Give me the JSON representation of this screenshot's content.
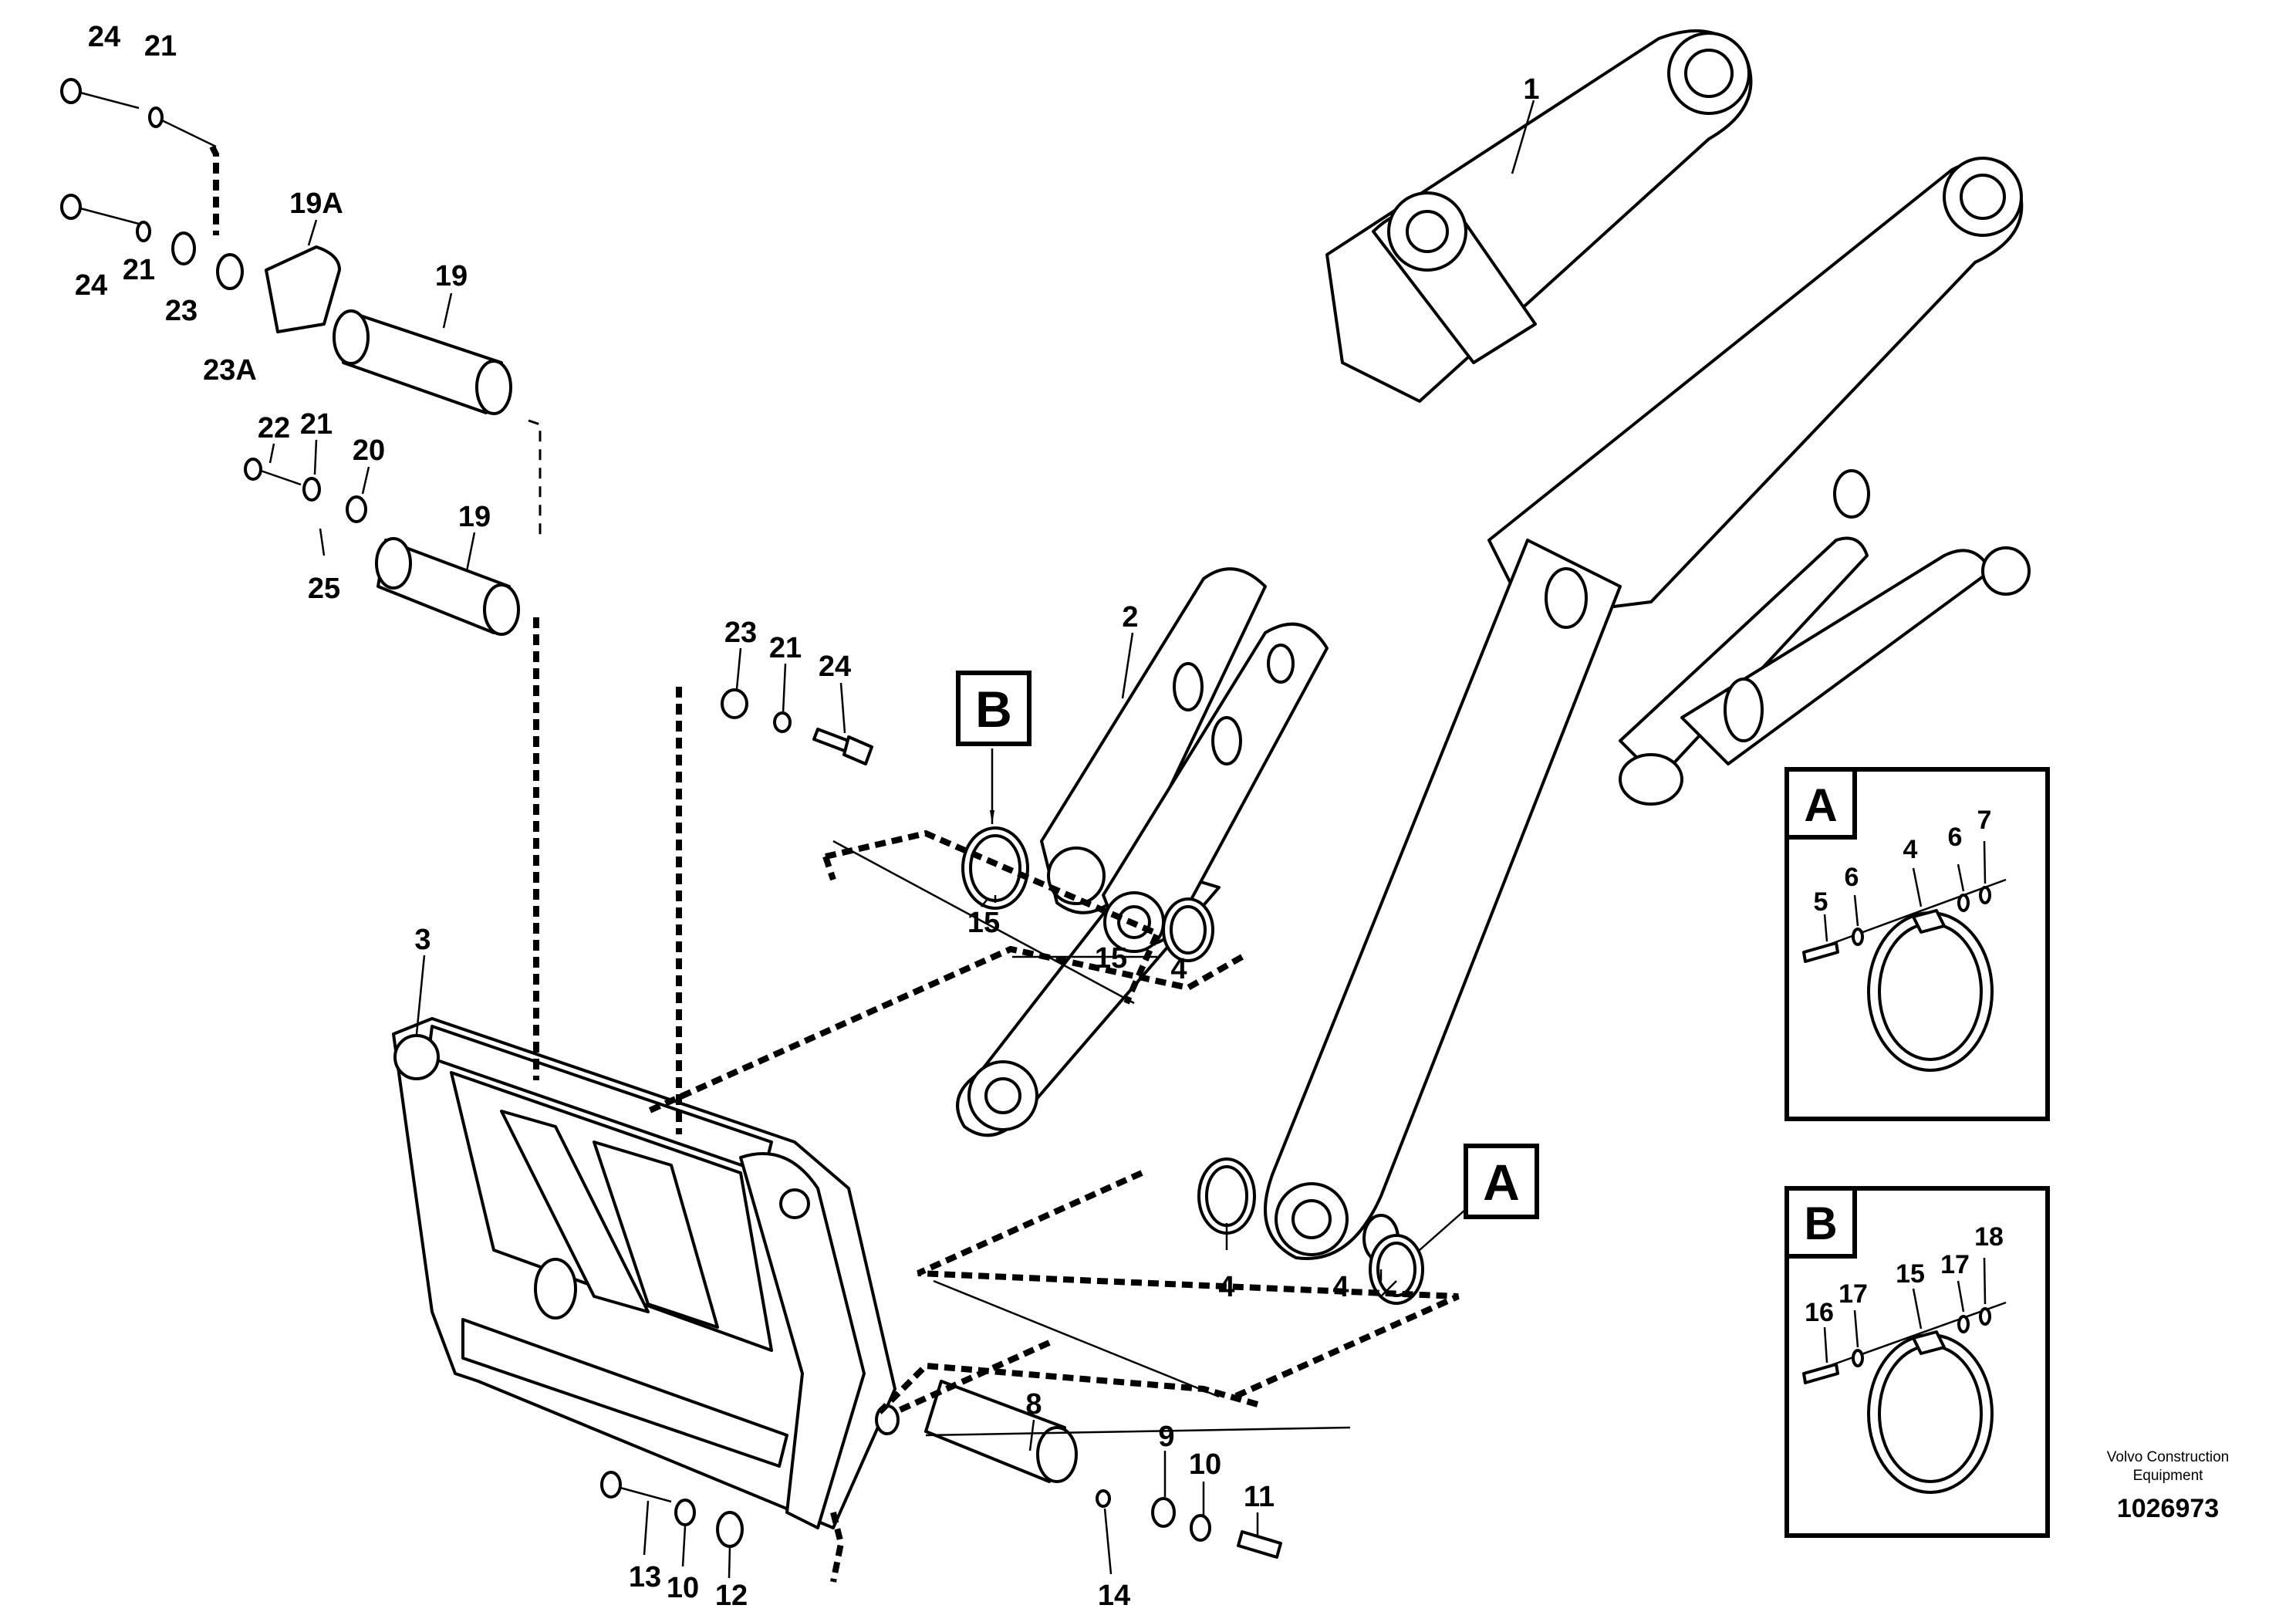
{
  "callouts": {
    "c1": "1",
    "c2": "2",
    "c3": "3",
    "c4a": "4",
    "c4b": "4",
    "c4c": "4",
    "c8": "8",
    "c9": "9",
    "c10a": "10",
    "c10b": "10",
    "c11": "11",
    "c12": "12",
    "c13": "13",
    "c14": "14",
    "c15a": "15",
    "c15b": "15",
    "c19a": "19",
    "c19b": "19",
    "c19A": "19A",
    "c20": "20",
    "c21a": "21",
    "c21b": "21",
    "c21c": "21",
    "c21d": "21",
    "c22": "22",
    "c23a": "23",
    "c23b": "23",
    "c23A": "23A",
    "c24a": "24",
    "c24b": "24",
    "c24c": "24",
    "c25": "25"
  },
  "view_labels": {
    "a": "A",
    "b": "B"
  },
  "detail_a": {
    "letter": "A",
    "labels": {
      "n4": "4",
      "n5": "5",
      "n6a": "6",
      "n6b": "6",
      "n7": "7"
    }
  },
  "detail_b": {
    "letter": "B",
    "labels": {
      "n15": "15",
      "n16": "16",
      "n17a": "17",
      "n17b": "17",
      "n18": "18"
    }
  },
  "footer": {
    "maker_line1": "Volvo Construction",
    "maker_line2": "Equipment",
    "doc_number": "1026973"
  }
}
